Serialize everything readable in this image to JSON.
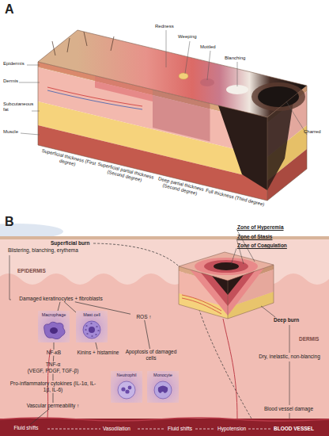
{
  "diagram": {
    "nodes": [
      {
        "text": [
          "Damaged keratinocytes + fibroblasts"
        ]
      },
      {
        "text": [
          "Macrophage"
        ]
      },
      {
        "text": [
          "Mast cell"
        ]
      },
      {
        "text": [
          "NF-κB"
        ]
      },
      {
        "text": [
          "Kinins + histamine"
        ]
      },
      {
        "text": [
          "TNF-α",
          "(VEGF, PDGF, TGF-β)"
        ]
      },
      {
        "text": [
          "Pro-inflammatory cytokines (IL-1α, IL-1β, IL-6)"
        ]
      },
      {
        "text": [
          "Vascular permeability ↑"
        ]
      },
      {
        "text": [
          "ROS ↑"
        ]
      },
      {
        "text": [
          "Apoptosis of damaged cells"
        ]
      },
      {
        "text": [
          "Neutrophil"
        ]
      },
      {
        "text": [
          "Monocyte"
        ]
      },
      {
        "text": [
          "Fluid shifts"
        ]
      }
    ],
    "edges": [
      {
        "from": 0,
        "to": 1,
        "arrow": "none"
      },
      {
        "from": 0,
        "to": 2,
        "arrow": "none"
      },
      {
        "from": 1,
        "to": 3,
        "arrow": "none"
      },
      {
        "from": 3,
        "to": 5,
        "arrow": "none"
      },
      {
        "from": 5,
        "to": 6,
        "arrow": "none"
      },
      {
        "from": 6,
        "to": 7,
        "arrow": "none"
      },
      {
        "from": 7,
        "to": 12,
        "arrow": "none"
      },
      {
        "from": 2,
        "to": 4,
        "arrow": "none"
      },
      {
        "from": 0,
        "to": 8,
        "arrow": "none"
      },
      {
        "from": 8,
        "to": 9,
        "arrow": "none"
      }
    ],
    "labels": [
      "A",
      "Epidermis",
      "Dermis",
      "Subcutaneous fat",
      "Muscle",
      "Redness",
      "Weeping",
      "Mottled",
      "Blanching",
      "Charred",
      "Superficial thickness (First degree)",
      "Superficial partial thickness (Second degree)",
      "Deep partial thickness (Second degree)",
      "Full thickness (Third degree)",
      "B",
      "Zone of Hyperemia",
      "Zone of Stasis",
      "Zone of Coagulation",
      "Superficial burn",
      "Blistering, blanching, erythema",
      "EPIDERMIS",
      "DERMIS",
      "Deep burn",
      "Dry, inelastic, non-blancing",
      "Blood vessel damage",
      "Vasodilation",
      "Fluid shifts",
      "Hypotension",
      "BLOOD VESSEL"
    ]
  }
}
